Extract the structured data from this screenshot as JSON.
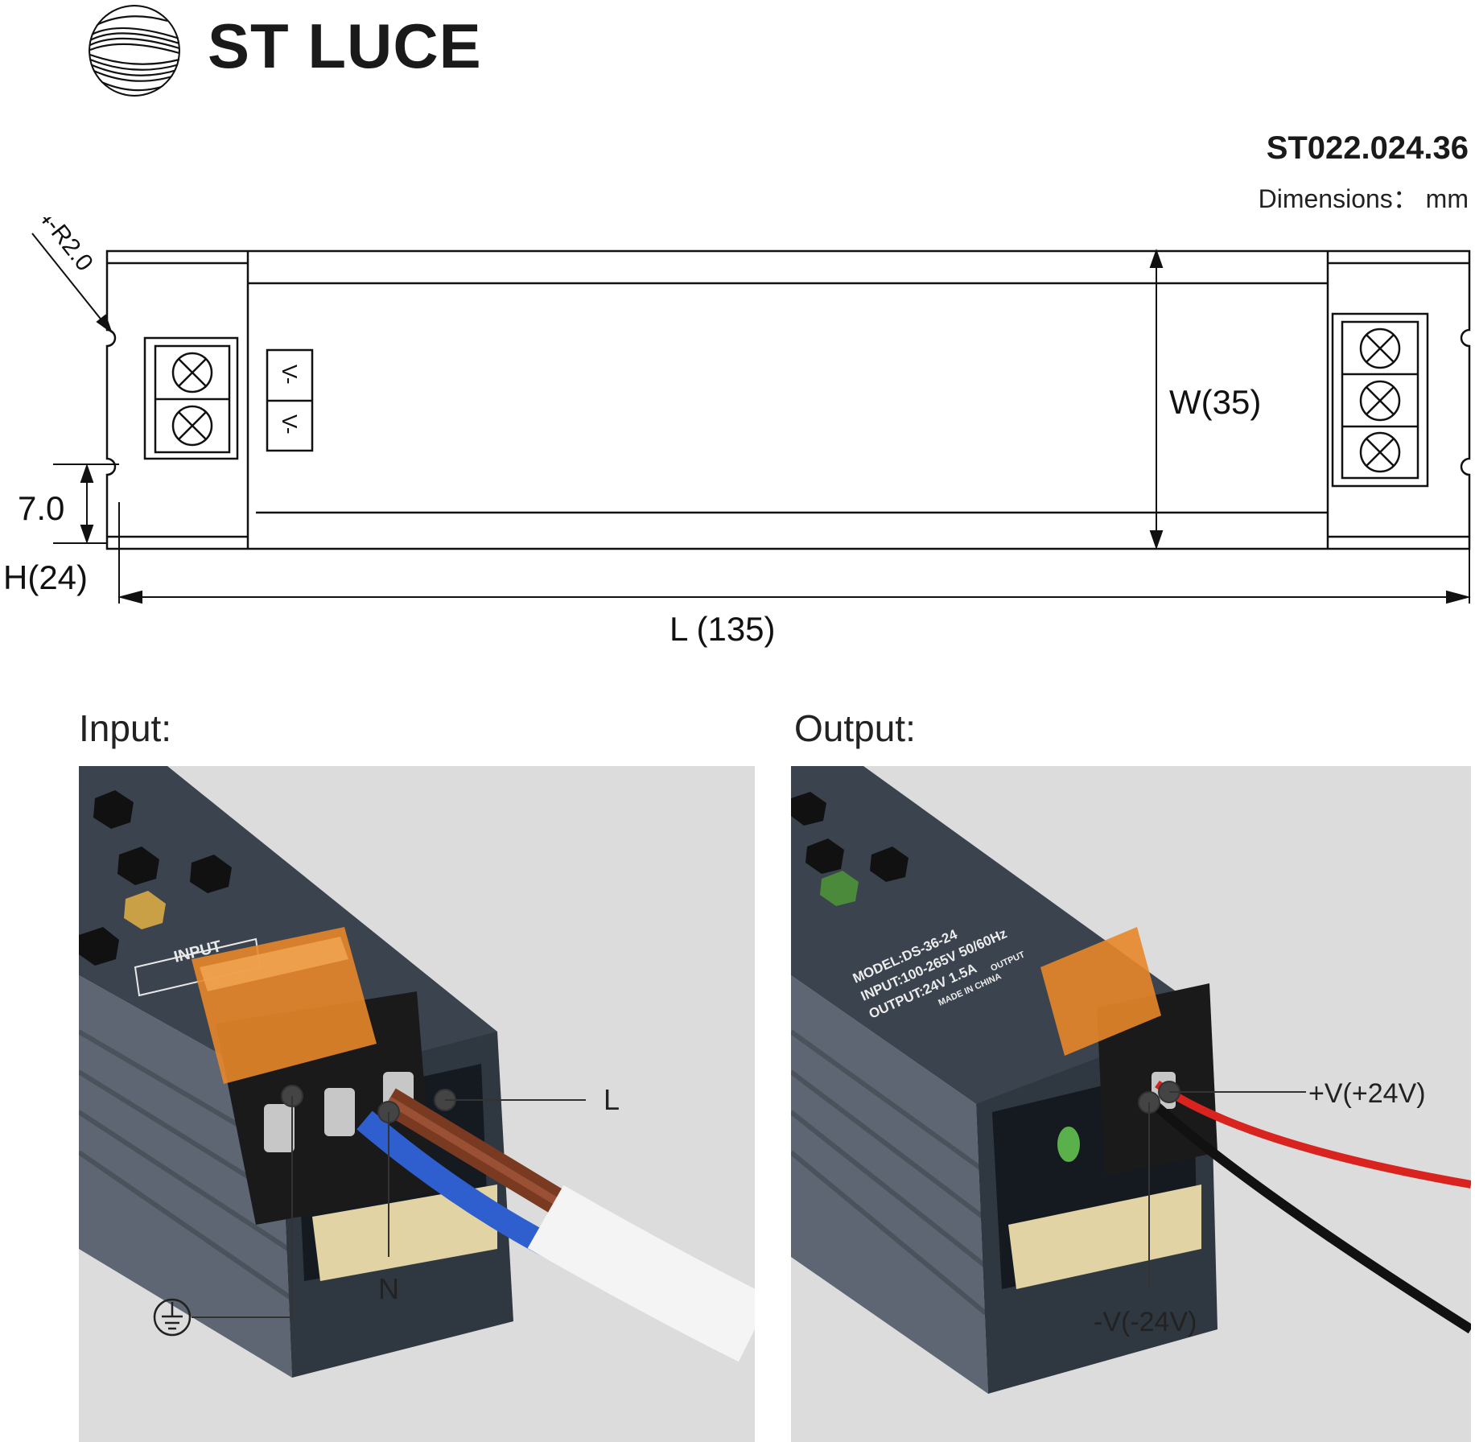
{
  "brand": {
    "name": "ST LUCE"
  },
  "model": {
    "number": "ST022.024.36",
    "dimensions_unit": "Dimensions： mm"
  },
  "drawing": {
    "corner_radius_label": "4-R2.0",
    "width_label": "W(35)",
    "mount_offset_label": "7.0",
    "height_label": "H(24)",
    "length_label": "L (135)",
    "terminal_marks": [
      "V-",
      "V-"
    ]
  },
  "input_section": {
    "title": "Input:",
    "label_live": "L",
    "label_neutral": "N",
    "label_ground": "ground-symbol-icon",
    "housing_text": "INPUT"
  },
  "output_section": {
    "title": "Output:",
    "label_positive": "+V(+24V)",
    "label_negative": "-V(-24V)",
    "label_lines": [
      "MODEL:DS-36-24",
      "INPUT:100-265V 50/60Hz",
      "OUTPUT:24V 1.5A",
      "MADE IN CHINA"
    ],
    "label_output_box": "OUTPUT"
  },
  "colors": {
    "housing": "#3d4652",
    "wire_live": "#7a3a22",
    "wire_neutral": "#2f5fcf",
    "wire_positive": "#d8231e",
    "wire_negative": "#111111",
    "terminal_cover": "#e8872a",
    "background_photo": "#dcdcdc"
  }
}
